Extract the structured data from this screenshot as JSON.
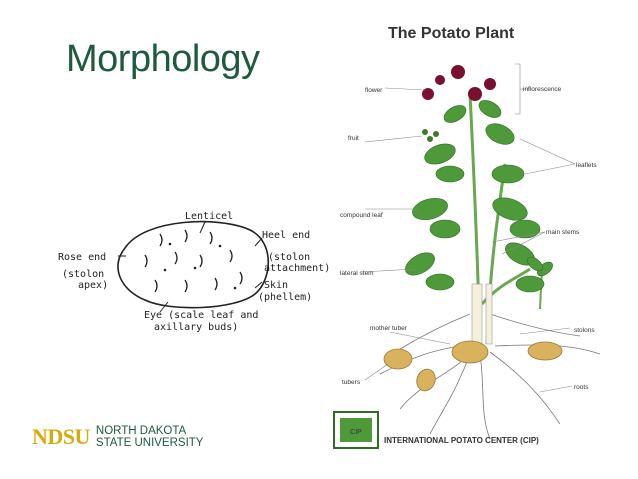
{
  "slide": {
    "title": "Morphology"
  },
  "tuber_diagram": {
    "labels": {
      "lenticel": "Lenticel",
      "heel_end": "Heel end",
      "stolon_attachment_1": "(stolon",
      "stolon_attachment_2": "attachment)",
      "rose_end": "Rose end",
      "stolon_apex_1": "(stolon",
      "stolon_apex_2": "apex)",
      "skin": "Skin",
      "phellem": "(phellem)",
      "eye_1": "Eye (scale leaf and",
      "eye_2": "axillary buds)"
    }
  },
  "plant_diagram": {
    "title": "The Potato Plant",
    "labels": {
      "flower": "flower",
      "inflorescence": "inflorescence",
      "fruit": "fruit",
      "leaflets": "leaflets",
      "compound_leaf": "compound leaf",
      "main_stems": "main stems",
      "lateral_stem": "lateral stem",
      "mother_tuber": "mother tuber",
      "stolons": "stolons",
      "tubers": "tubers",
      "roots": "roots"
    },
    "credit": "INTERNATIONAL POTATO CENTER (CIP)",
    "seal": "CIP",
    "colors": {
      "leaf": "#4e9a3a",
      "flower": "#7a1030",
      "tuber": "#d9b25e"
    }
  },
  "footer": {
    "logo_mark": "NDSU",
    "logo_line1": "NORTH DAKOTA",
    "logo_line2": "STATE UNIVERSITY"
  }
}
